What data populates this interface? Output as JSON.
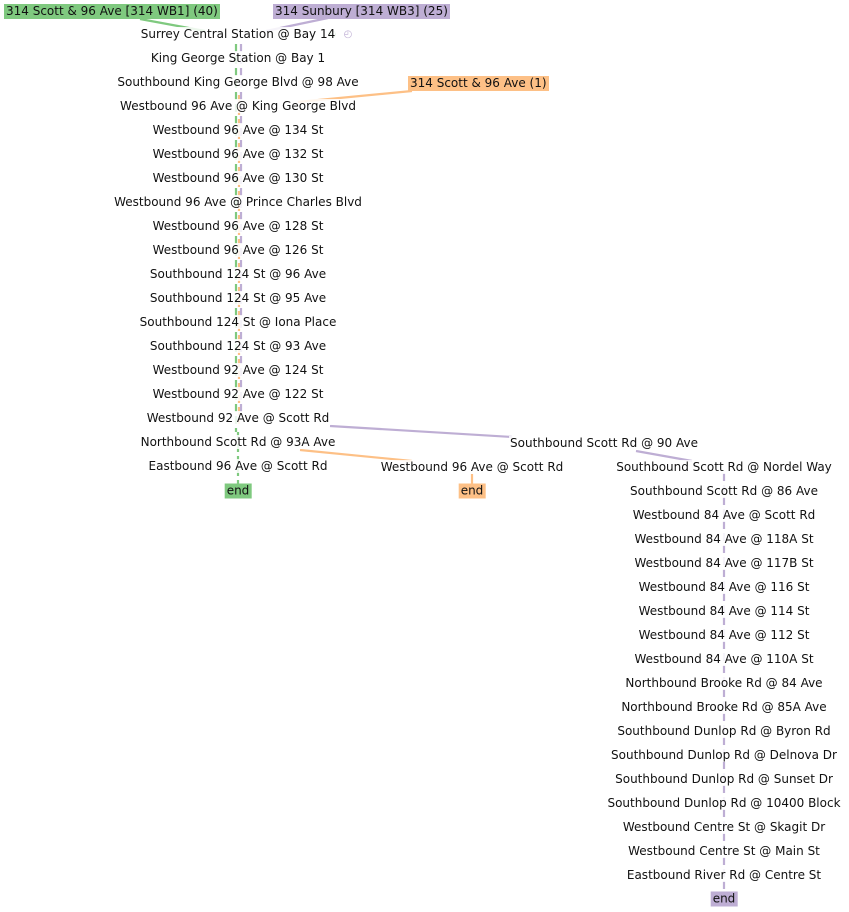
{
  "colors": {
    "green": "#7fc97f",
    "purple": "#beaed4",
    "orange": "#fdc086"
  },
  "routes": {
    "wb1": {
      "label": "314 Scott & 96 Ave [314 WB1] (40)",
      "color": "#7fc97f"
    },
    "wb3": {
      "label": "314 Sunbury [314 WB3] (25)",
      "color": "#beaed4"
    },
    "scott96": {
      "label": "314 Scott & 96 Ave (1)",
      "color": "#fdc086"
    }
  },
  "trunk_stops": [
    "Surrey Central Station @ Bay 14",
    "King George Station @ Bay 1",
    "Southbound King George Blvd @ 98 Ave",
    "Westbound 96 Ave @ King George Blvd",
    "Westbound 96 Ave @ 134 St",
    "Westbound 96 Ave @ 132 St",
    "Westbound 96 Ave @ 130 St",
    "Westbound 96 Ave @ Prince Charles Blvd",
    "Westbound 96 Ave @ 128 St",
    "Westbound 96 Ave @ 126 St",
    "Southbound 124 St @ 96 Ave",
    "Southbound 124 St @ 95 Ave",
    "Southbound 124 St @ Iona Place",
    "Southbound 124 St @ 93 Ave",
    "Westbound 92 Ave @ 124 St",
    "Westbound 92 Ave @ 122 St",
    "Westbound 92 Ave @ Scott Rd",
    "Northbound Scott Rd @ 93A Ave",
    "Eastbound 96 Ave @ Scott Rd"
  ],
  "orange_branch_stops": [
    "Westbound 96 Ave @ Scott Rd"
  ],
  "purple_branch_stops": [
    "Southbound Scott Rd @ 90 Ave",
    "Southbound Scott Rd @ Nordel Way",
    "Southbound Scott Rd @ 86 Ave",
    "Westbound 84 Ave @ Scott Rd",
    "Westbound 84 Ave @ 118A St",
    "Westbound 84 Ave @ 117B St",
    "Westbound 84 Ave @ 116 St",
    "Westbound 84 Ave @ 114 St",
    "Westbound 84 Ave @ 112 St",
    "Westbound 84 Ave @ 110A St",
    "Northbound Brooke Rd @ 84 Ave",
    "Northbound Brooke Rd @ 85A Ave",
    "Southbound Dunlop Rd @ Byron Rd",
    "Southbound Dunlop Rd @ Delnova Dr",
    "Southbound Dunlop Rd @ Sunset Dr",
    "Southbound Dunlop Rd @ 10400 Block",
    "Westbound Centre St @ Skagit Dr",
    "Westbound Centre St @ Main St",
    "Eastbound River Rd @ Centre St"
  ],
  "end_labels": {
    "green": "end",
    "orange": "end",
    "purple": "end"
  },
  "icons": {
    "green_clock": "clock-icon",
    "purple_clock": "clock-icon"
  }
}
